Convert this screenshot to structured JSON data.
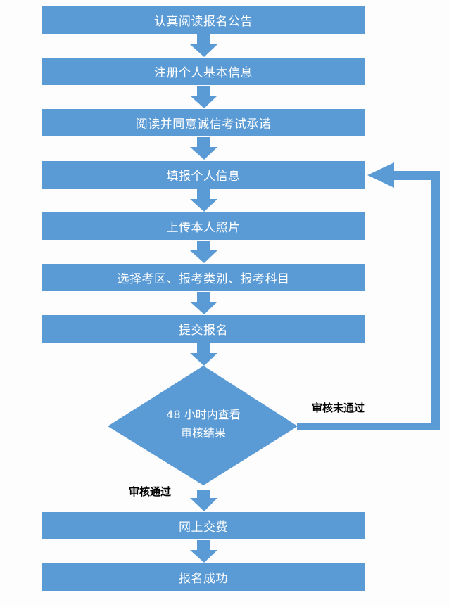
{
  "colors": {
    "shape_fill": "#5b9bd5",
    "text_on_shape": "#ffffff",
    "label_text": "#000000",
    "background": "#fdfdfd"
  },
  "steps": [
    {
      "label": "认真阅读报名公告"
    },
    {
      "label": "注册个人基本信息"
    },
    {
      "label": "阅读并同意诚信考试承诺"
    },
    {
      "label": "填报个人信息"
    },
    {
      "label": "上传本人照片"
    },
    {
      "label": "选择考区、报考类别、报考科目"
    },
    {
      "label": "提交报名"
    }
  ],
  "decision": {
    "line1": "48 小时内查看",
    "line2": "审核结果"
  },
  "branches": {
    "fail": "审核未通过",
    "pass": "审核通过"
  },
  "final_steps": [
    {
      "label": "网上交费"
    },
    {
      "label": "报名成功"
    }
  ]
}
